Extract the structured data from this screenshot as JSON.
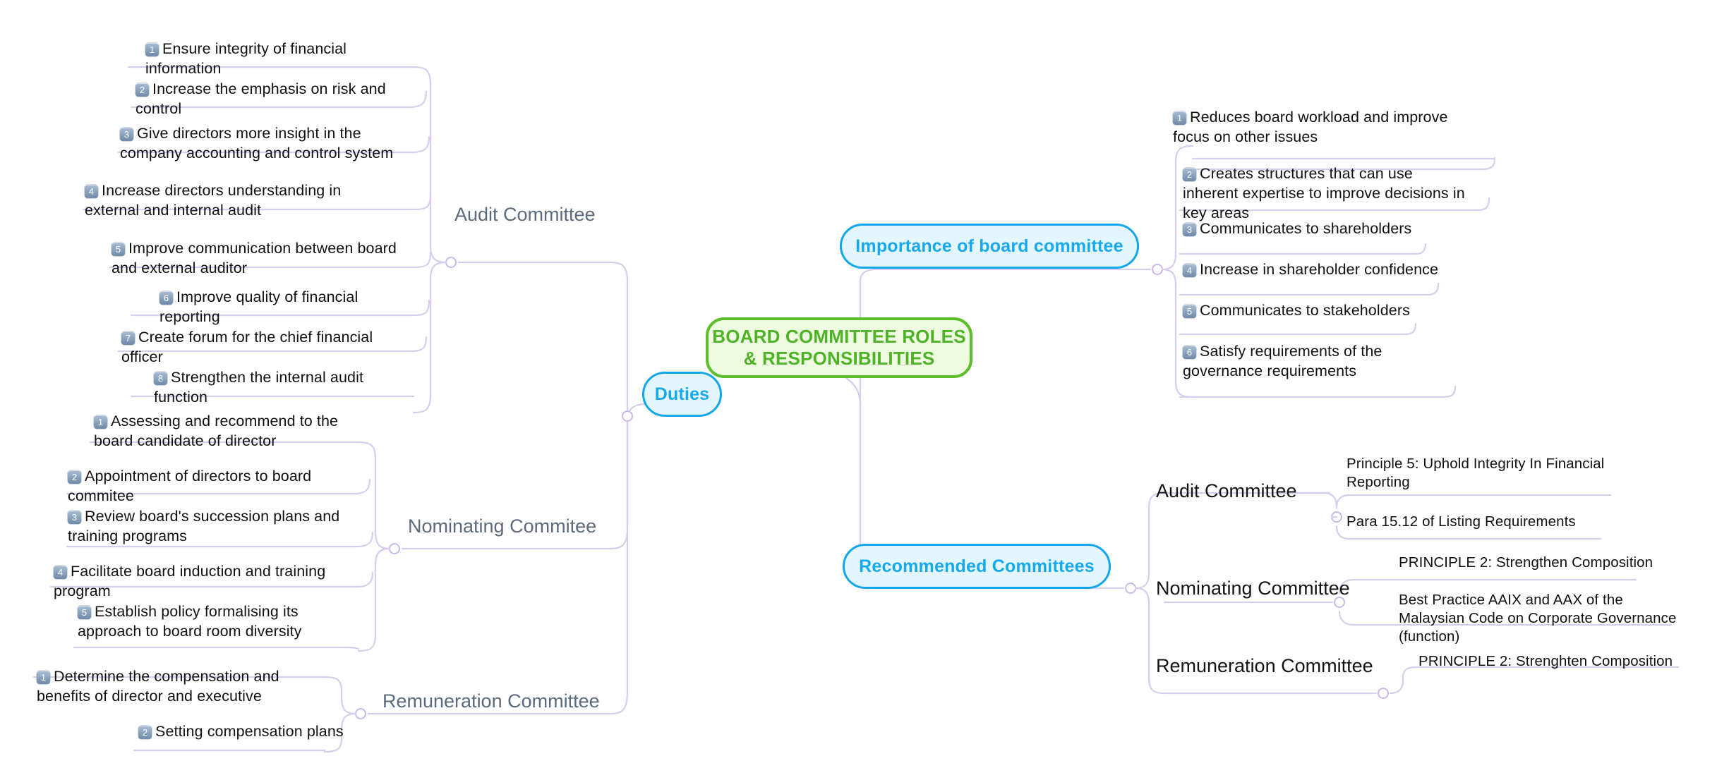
{
  "root": {
    "title_line1": "BOARD COMMITTEE ROLES",
    "title_line2": "& RESPONSIBILITIES",
    "border_color": "#5cbf2a",
    "fill_color": "#eefbe1",
    "text_color": "#4fb327"
  },
  "theme": {
    "pill_border": "#12a7ea",
    "pill_fill": "#e3f5fd",
    "pill_text": "#16a9ec",
    "wire_color": "#d9cdee",
    "leaf_text": "#111111",
    "branch_text_left": "#5b6b7c",
    "branch_text_right": "#141414",
    "badge_gradient_top": "#a8bdd2",
    "badge_gradient_bottom": "#6e8aa8"
  },
  "nodes": {
    "duties": "Duties",
    "importance": "Importance of board committee",
    "recommended": "Recommended Committees"
  },
  "branches": {
    "audit_left": "Audit Committee",
    "nominating_left": "Nominating Commitee",
    "remuneration_left": "Remuneration Committee",
    "audit_right": "Audit Committee",
    "nominating_right": "Nominating Committee",
    "remuneration_right": "Remuneration Committee"
  },
  "audit_duties": [
    {
      "n": "1",
      "text": "Ensure integrity of financial information"
    },
    {
      "n": "2",
      "text": "Increase the emphasis on risk and control"
    },
    {
      "n": "3",
      "text": "Give directors more insight in the company accounting and control system"
    },
    {
      "n": "4",
      "text": "Increase directors understanding in external and internal audit"
    },
    {
      "n": "5",
      "text": "Improve communication between board and external auditor"
    },
    {
      "n": "6",
      "text": "Improve quality of financial reporting"
    },
    {
      "n": "7",
      "text": "Create forum for the chief financial officer"
    },
    {
      "n": "8",
      "text": "Strengthen the internal audit function"
    }
  ],
  "nominating_duties": [
    {
      "n": "1",
      "text": "Assessing and recommend to the board candidate of director"
    },
    {
      "n": "2",
      "text": "Appointment of directors to board commitee"
    },
    {
      "n": "3",
      "text": "Review board's succession plans and training programs"
    },
    {
      "n": "4",
      "text": "Facilitate board induction and training program"
    },
    {
      "n": "5",
      "text": "Establish policy formalising its approach to board room diversity"
    }
  ],
  "remuneration_duties": [
    {
      "n": "1",
      "text": "Determine the compensation and benefits of director and executive"
    },
    {
      "n": "2",
      "text": "Setting compensation plans"
    }
  ],
  "importance_items": [
    {
      "n": "1",
      "text": "Reduces board workload and improve focus on other issues"
    },
    {
      "n": "2",
      "text": "Creates structures that can use inherent expertise to improve decisions in key areas"
    },
    {
      "n": "3",
      "text": "Communicates to shareholders"
    },
    {
      "n": "4",
      "text": "Increase in shareholder confidence"
    },
    {
      "n": "5",
      "text": "Communicates to stakeholders"
    },
    {
      "n": "6",
      "text": "Satisfy requirements of the governance requirements"
    }
  ],
  "recommended_audit_items": [
    "Principle 5: Uphold Integrity In Financial Reporting",
    "Para 15.12 of Listing Requirements"
  ],
  "recommended_nominating_items": [
    "PRINCIPLE 2: Strengthen Composition",
    "Best Practice AAIX and AAX of the Malaysian Code on Corporate Governance (function)"
  ],
  "recommended_remuneration_items": [
    "PRINCIPLE 2: Strenghten Composition"
  ]
}
